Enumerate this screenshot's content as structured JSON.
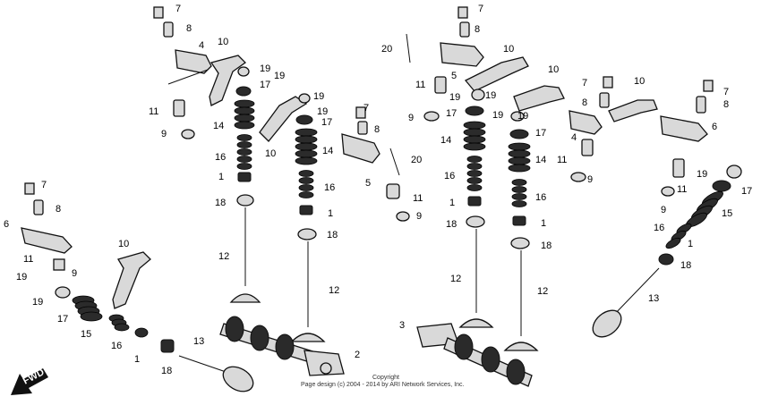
{
  "callouts": [
    {
      "t": "7"
    },
    {
      "t": "8"
    },
    {
      "t": "4"
    },
    {
      "t": "10"
    },
    {
      "t": "19"
    },
    {
      "t": "19"
    },
    {
      "t": "17"
    },
    {
      "t": "11"
    },
    {
      "t": "14"
    },
    {
      "t": "9"
    },
    {
      "t": "16"
    },
    {
      "t": "1"
    },
    {
      "t": "18"
    },
    {
      "t": "12"
    },
    {
      "t": "10"
    },
    {
      "t": "19"
    },
    {
      "t": "19"
    },
    {
      "t": "17"
    },
    {
      "t": "14"
    },
    {
      "t": "7"
    },
    {
      "t": "8"
    },
    {
      "t": "16"
    },
    {
      "t": "5"
    },
    {
      "t": "1"
    },
    {
      "t": "18"
    },
    {
      "t": "20"
    },
    {
      "t": "11"
    },
    {
      "t": "9"
    },
    {
      "t": "12"
    },
    {
      "t": "2"
    },
    {
      "t": "7"
    },
    {
      "t": "8"
    },
    {
      "t": "6"
    },
    {
      "t": "11"
    },
    {
      "t": "9"
    },
    {
      "t": "19"
    },
    {
      "t": "19"
    },
    {
      "t": "17"
    },
    {
      "t": "15"
    },
    {
      "t": "16"
    },
    {
      "t": "1"
    },
    {
      "t": "18"
    },
    {
      "t": "13"
    },
    {
      "t": "10"
    },
    {
      "t": "7"
    },
    {
      "t": "8"
    },
    {
      "t": "20"
    },
    {
      "t": "10"
    },
    {
      "t": "5"
    },
    {
      "t": "11"
    },
    {
      "t": "19"
    },
    {
      "t": "19"
    },
    {
      "t": "10"
    },
    {
      "t": "9"
    },
    {
      "t": "17"
    },
    {
      "t": "19"
    },
    {
      "t": "14"
    },
    {
      "t": "16"
    },
    {
      "t": "1"
    },
    {
      "t": "18"
    },
    {
      "t": "12"
    },
    {
      "t": "3"
    },
    {
      "t": "19"
    },
    {
      "t": "17"
    },
    {
      "t": "14"
    },
    {
      "t": "16"
    },
    {
      "t": "1"
    },
    {
      "t": "18"
    },
    {
      "t": "12"
    },
    {
      "t": "7"
    },
    {
      "t": "8"
    },
    {
      "t": "4"
    },
    {
      "t": "11"
    },
    {
      "t": "9"
    },
    {
      "t": "10"
    },
    {
      "t": "7"
    },
    {
      "t": "8"
    },
    {
      "t": "6"
    },
    {
      "t": "11"
    },
    {
      "t": "19"
    },
    {
      "t": "17"
    },
    {
      "t": "9"
    },
    {
      "t": "15"
    },
    {
      "t": "16"
    },
    {
      "t": "1"
    },
    {
      "t": "18"
    },
    {
      "t": "13"
    }
  ],
  "fwd_label": "FWD",
  "copyright_line1": "Copyright",
  "copyright_line2": "Page design (c) 2004 - 2014 by ARI Network Services, Inc."
}
